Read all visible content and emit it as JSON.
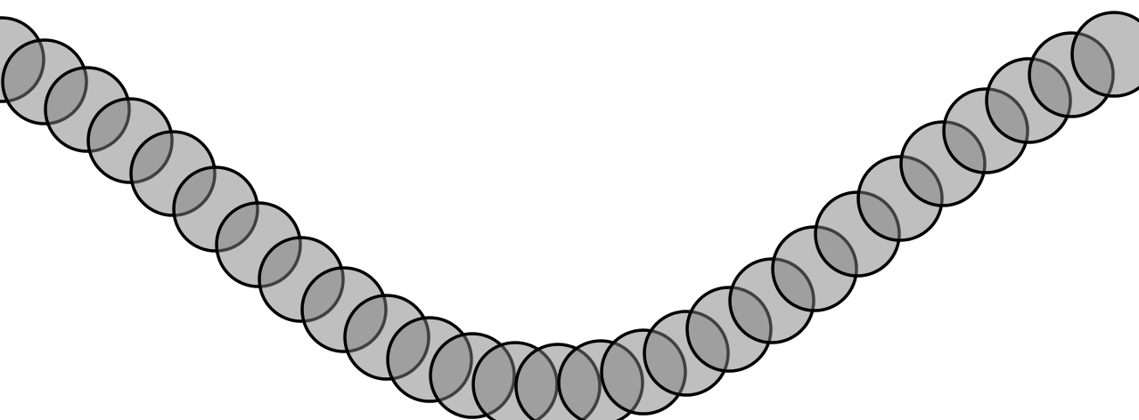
{
  "graphic": {
    "shape": "chain of overlapping circles forming a V-shaped curve",
    "circle_count": 27,
    "fill_color": "#808080",
    "fill_opacity": 0.5,
    "stroke_color": "#000000",
    "background_color": "#ffffff"
  }
}
